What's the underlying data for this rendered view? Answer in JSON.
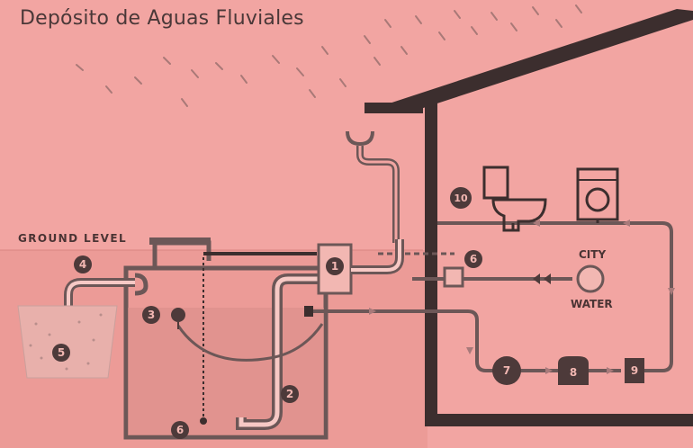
{
  "title": "Depósito de Aguas Fluviales",
  "labels": {
    "ground_level": "GROUND LEVEL",
    "city": "CITY",
    "water": "WATER"
  },
  "components": {
    "c1": "1",
    "c2": "2",
    "c3": "3",
    "c4": "4",
    "c5": "5",
    "c6a": "6",
    "c6b": "6",
    "c7": "7",
    "c8": "8",
    "c9": "9",
    "c10": "10"
  },
  "colors": {
    "background": "#f2a5a2",
    "ground": "#ec9b97",
    "dark": "#3c2e2e",
    "pipe": "#6c5757",
    "pipe_light": "#f7c9c5",
    "marker": "#4d3a3a",
    "marker_text": "#f2b7b2"
  }
}
